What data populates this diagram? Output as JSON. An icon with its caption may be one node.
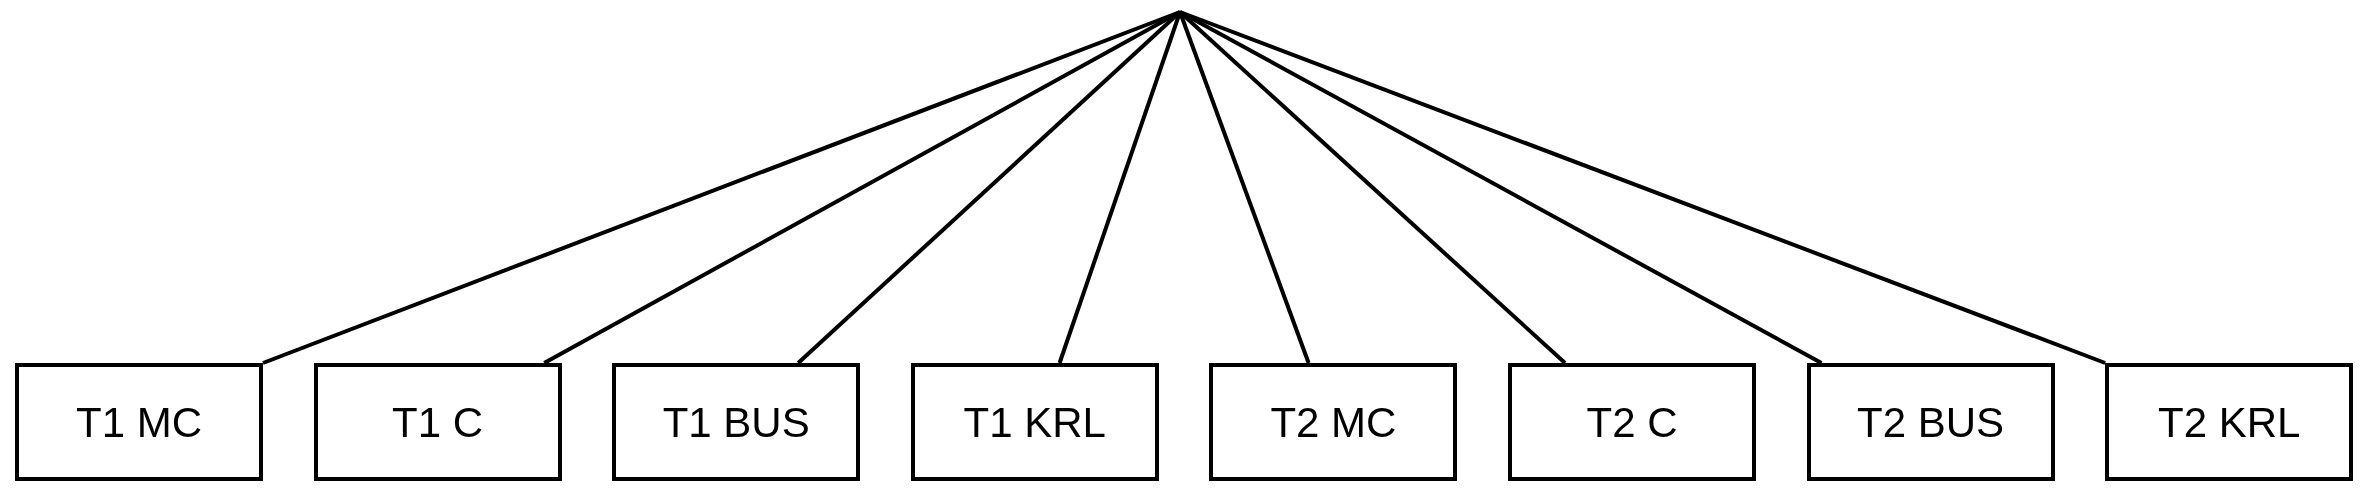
{
  "diagram": {
    "nodes": [
      {
        "text": [
          "T1 MC"
        ]
      },
      {
        "text": [
          "T1 C"
        ]
      },
      {
        "text": [
          "T1 BUS"
        ]
      },
      {
        "text": [
          "T1 KRL"
        ]
      },
      {
        "text": [
          "T2 MC"
        ]
      },
      {
        "text": [
          "T2 C"
        ]
      },
      {
        "text": [
          "T2 BUS"
        ]
      },
      {
        "text": [
          "T2 KRL"
        ]
      }
    ],
    "edges": [
      {
        "from": null,
        "to": 0,
        "arrow": "none"
      },
      {
        "from": null,
        "to": 1,
        "arrow": "none"
      },
      {
        "from": null,
        "to": 2,
        "arrow": "none"
      },
      {
        "from": null,
        "to": 3,
        "arrow": "none"
      },
      {
        "from": null,
        "to": 4,
        "arrow": "none"
      },
      {
        "from": null,
        "to": 5,
        "arrow": "none"
      },
      {
        "from": null,
        "to": 6,
        "arrow": "none"
      },
      {
        "from": null,
        "to": 7,
        "arrow": "none"
      }
    ]
  }
}
